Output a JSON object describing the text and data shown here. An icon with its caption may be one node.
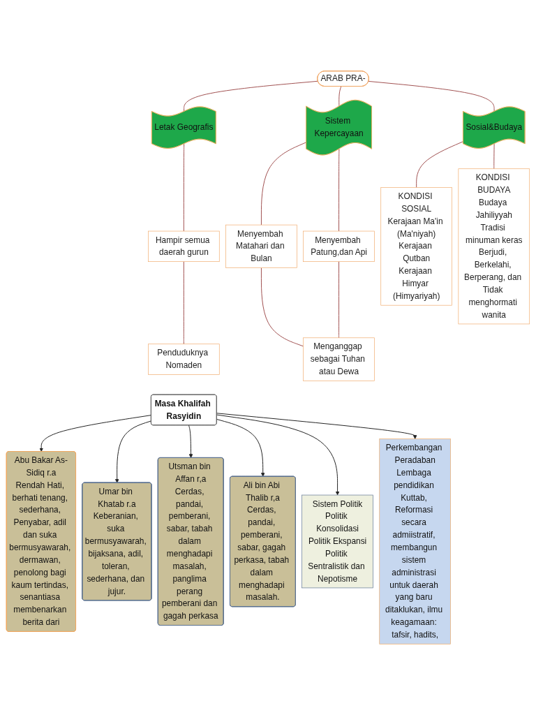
{
  "diagram": {
    "nodes": [
      {
        "text": [
          "ARAB PRA-"
        ]
      },
      {
        "text": [
          "Letak Geografis"
        ]
      },
      {
        "text": [
          "Hampir semua daerah gurun"
        ]
      },
      {
        "text": [
          "Penduduknya Nomaden"
        ]
      },
      {
        "text": [
          "Sistem Kepercayaan"
        ]
      },
      {
        "text": [
          "Menyembah Matahari dan Bulan"
        ]
      },
      {
        "text": [
          "Menyembah Patung,dan Api"
        ]
      },
      {
        "text": [
          "Menganggap sebagai Tuhan atau Dewa"
        ]
      },
      {
        "text": [
          "Sosial&Budaya"
        ]
      },
      {
        "text": [
          "KONDISI SOSIAL",
          "Kerajaan Ma'in (Ma'niyah)",
          "Kerajaan Qutban",
          "Kerajaan Himyar (Himyariyah)"
        ]
      },
      {
        "text": [
          "KONDISI BUDAYA",
          "Budaya Jahiliyyah",
          "Tradisi minuman keras",
          "Berjudi, Berkelahi, Berperang, dan Tidak menghormati wanita"
        ]
      },
      {
        "text": [
          "Masa Khalifah Rasyidin"
        ]
      },
      {
        "text": [
          "Abu Bakar As-Sidiq r.a",
          "Rendah Hati, berhati tenang, sederhana, Penyabar, adil dan suka bermusyawarah, dermawan, penolong bagi kaum tertindas, senantiasa membenarkan berita dari"
        ]
      },
      {
        "text": [
          "Umar bin Khatab r.a",
          "Keberanian, suka bermusyawarah, bijaksana, adil, toleran, sederhana, dan jujur."
        ]
      },
      {
        "text": [
          "Utsman bin Affan r,a",
          "Cerdas, pandai, pemberani, sabar, tabah dalam menghadapi masalah, panglima perang pemberani dan gagah perkasa"
        ]
      },
      {
        "text": [
          "Ali bin Abi Thalib r,a",
          "Cerdas, pandai, pemberani, sabar, gagah perkasa, tabah dalam menghadapi masalah."
        ]
      },
      {
        "text": [
          "Sistem Politik",
          "Politik Konsolidasi",
          "Politik Ekspansi",
          "Politik Sentralistik dan Nepotisme"
        ]
      },
      {
        "text": [
          "Perkembangan Peradaban",
          "Lembaga pendidikan Kuttab, Reformasi secara admiistratif, membangun sistem administrasi untuk daerah yang baru ditaklukan, ilmu keagamaan: tafsir, hadits,"
        ]
      }
    ],
    "edges": [
      {
        "from": 0,
        "to": 1,
        "arrow": "none"
      },
      {
        "from": 1,
        "to": 2,
        "arrow": "none"
      },
      {
        "from": 2,
        "to": 3,
        "arrow": "none"
      },
      {
        "from": 0,
        "to": 4,
        "arrow": "none"
      },
      {
        "from": 4,
        "to": 5,
        "arrow": "none"
      },
      {
        "from": 4,
        "to": 6,
        "arrow": "none"
      },
      {
        "from": 5,
        "to": 7,
        "arrow": "none"
      },
      {
        "from": 6,
        "to": 7,
        "arrow": "none"
      },
      {
        "from": 0,
        "to": 8,
        "arrow": "none"
      },
      {
        "from": 8,
        "to": 9,
        "arrow": "none"
      },
      {
        "from": 8,
        "to": 10,
        "arrow": "none"
      },
      {
        "from": 11,
        "to": 12,
        "arrow": "to",
        "color": "#222222"
      },
      {
        "from": 11,
        "to": 13,
        "arrow": "to",
        "color": "#222222"
      },
      {
        "from": 11,
        "to": 14,
        "arrow": "to",
        "color": "#222222"
      },
      {
        "from": 11,
        "to": 15,
        "arrow": "to",
        "color": "#222222"
      },
      {
        "from": 11,
        "to": 16,
        "arrow": "to",
        "color": "#222222"
      },
      {
        "from": 11,
        "to": 17,
        "arrow": "to",
        "color": "#222222"
      }
    ]
  }
}
